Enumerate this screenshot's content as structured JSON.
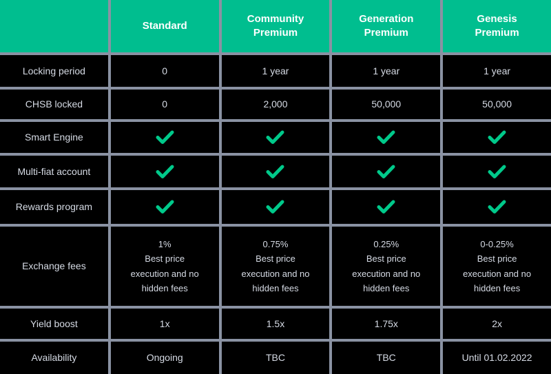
{
  "theme": {
    "header_bg": "#00BE8F",
    "header_text": "#FFFFFF",
    "cell_bg": "#000000",
    "cell_text": "#D6DBE5",
    "grid_line": "#8A92A3",
    "check_color": "#00C98A"
  },
  "table": {
    "columns": [
      "",
      "Standard",
      "Community Premium",
      "Generation Premium",
      "Genesis Premium"
    ],
    "rows": [
      {
        "label": "Locking period",
        "type": "text",
        "values": [
          "0",
          "1 year",
          "1 year",
          "1 year"
        ]
      },
      {
        "label": "CHSB locked",
        "type": "text",
        "values": [
          "0",
          "2,000",
          "50,000",
          "50,000"
        ]
      },
      {
        "label": "Smart Engine",
        "type": "check",
        "values": [
          true,
          true,
          true,
          true
        ]
      },
      {
        "label": "Multi-fiat account",
        "type": "check",
        "values": [
          true,
          true,
          true,
          true
        ]
      },
      {
        "label": "Rewards program",
        "type": "check",
        "values": [
          true,
          true,
          true,
          true
        ]
      },
      {
        "label": "Exchange fees",
        "type": "fee",
        "values": [
          {
            "fee": "1%",
            "note": "Best price execution and no hidden fees"
          },
          {
            "fee": "0.75%",
            "note": "Best price execution and no hidden fees"
          },
          {
            "fee": "0.25%",
            "note": "Best price execution and no hidden fees"
          },
          {
            "fee": "0-0.25%",
            "note": "Best price execution and no hidden fees"
          }
        ]
      },
      {
        "label": "Yield boost",
        "type": "text",
        "values": [
          "1x",
          "1.5x",
          "1.75x",
          "2x"
        ]
      },
      {
        "label": "Availability",
        "type": "text",
        "values": [
          "Ongoing",
          "TBC",
          "TBC",
          "Until 01.02.2022"
        ]
      }
    ]
  },
  "chart_data": {
    "type": "table",
    "title": "Premium account comparison",
    "columns": [
      "",
      "Standard",
      "Community Premium",
      "Generation Premium",
      "Genesis Premium"
    ],
    "rows": [
      [
        "Locking period",
        "0",
        "1 year",
        "1 year",
        "1 year"
      ],
      [
        "CHSB locked",
        "0",
        "2,000",
        "50,000",
        "50,000"
      ],
      [
        "Smart Engine",
        "✓",
        "✓",
        "✓",
        "✓"
      ],
      [
        "Multi-fiat account",
        "✓",
        "✓",
        "✓",
        "✓"
      ],
      [
        "Rewards program",
        "✓",
        "✓",
        "✓",
        "✓"
      ],
      [
        "Exchange fees",
        "1% Best price execution and no hidden fees",
        "0.75% Best price execution and no hidden fees",
        "0.25% Best price execution and no hidden fees",
        "0-0.25% Best price execution and no hidden fees"
      ],
      [
        "Yield boost",
        "1x",
        "1.5x",
        "1.75x",
        "2x"
      ],
      [
        "Availability",
        "Ongoing",
        "TBC",
        "TBC",
        "Until 01.02.2022"
      ]
    ]
  }
}
